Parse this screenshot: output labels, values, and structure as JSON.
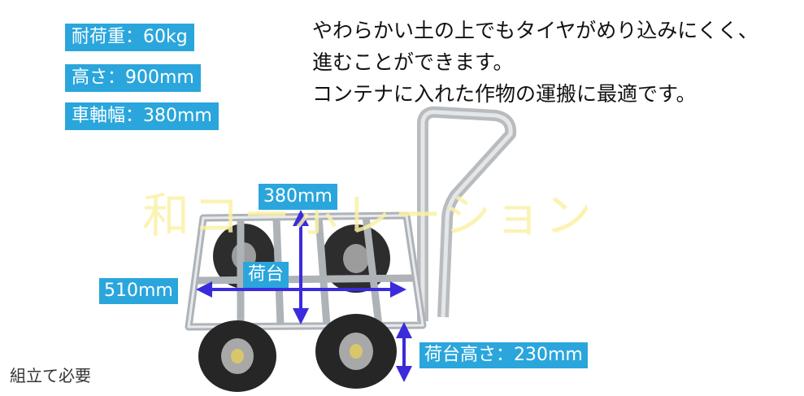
{
  "specs": {
    "load_capacity": "耐荷重：60kg",
    "height": "高さ：900mm",
    "axle_width": "車軸幅：380mm"
  },
  "description": {
    "line1": "やわらかい土の上でもタイヤがめり込みにくく、",
    "line2": "進むことができます。",
    "line3": "コンテナに入れた作物の運搬に最適です。"
  },
  "dimensions": {
    "width": "380mm",
    "length": "510mm",
    "bed": "荷台",
    "bed_height": "荷台高さ：230mm"
  },
  "watermark": "和コーポレーション",
  "note": "組立て必要",
  "colors": {
    "label_bg": "#2aa6dc",
    "arrow": "#3a2bdc",
    "watermark": "#fbf1a6"
  }
}
